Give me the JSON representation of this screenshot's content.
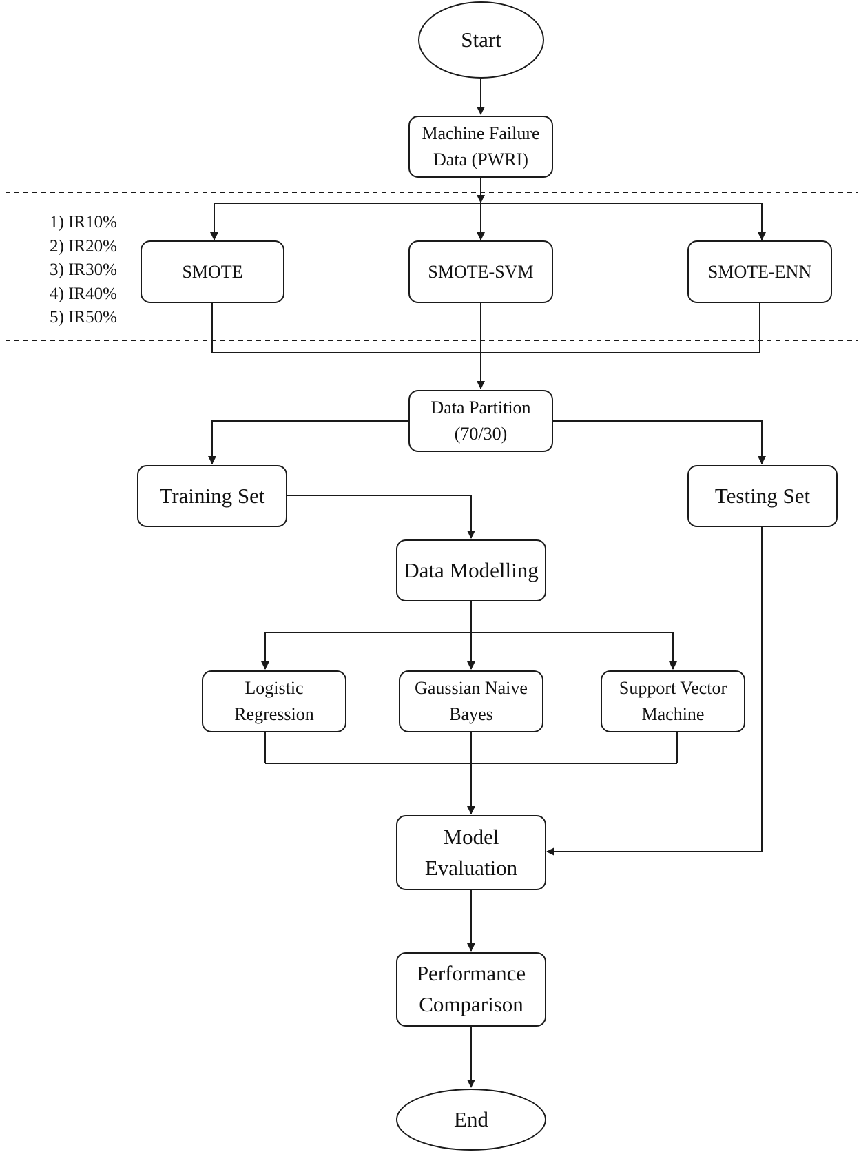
{
  "flowchart": {
    "start_label": "Start",
    "data_source_line1": "Machine Failure",
    "data_source_line2": "Data (PWRI)",
    "imbalance_ratios": [
      "1) IR10%",
      "2) IR20%",
      "3) IR30%",
      "4) IR40%",
      "5) IR50%"
    ],
    "resampling": {
      "smote": "SMOTE",
      "smote_svm": "SMOTE-SVM",
      "smote_enn": "SMOTE-ENN"
    },
    "partition_line1": "Data Partition",
    "partition_line2": "(70/30)",
    "training_set": "Training Set",
    "testing_set": "Testing Set",
    "modelling": "Data Modelling",
    "models": {
      "logistic_line1": "Logistic",
      "logistic_line2": "Regression",
      "gnb_line1": "Gaussian Naive",
      "gnb_line2": "Bayes",
      "svm_line1": "Support Vector",
      "svm_line2": "Machine"
    },
    "evaluation_line1": "Model",
    "evaluation_line2": "Evaluation",
    "comparison_line1": "Performance",
    "comparison_line2": "Comparison",
    "end_label": "End"
  }
}
